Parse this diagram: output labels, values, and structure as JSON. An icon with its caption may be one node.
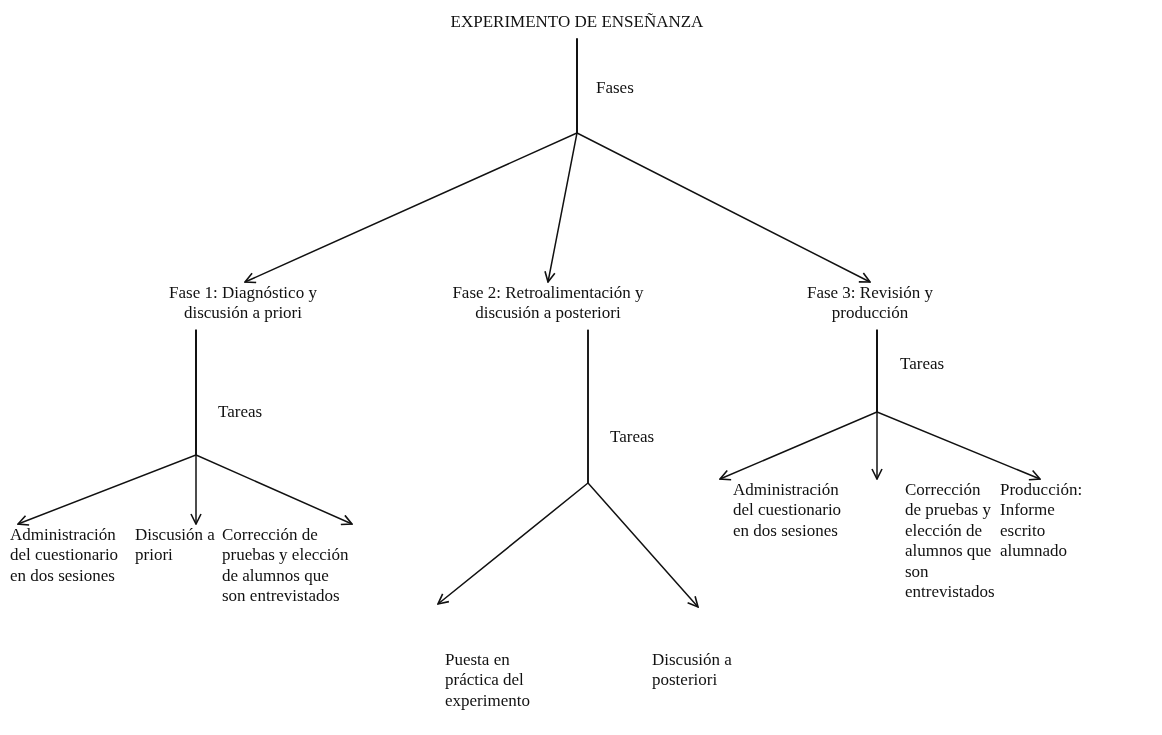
{
  "diagram": {
    "nodes": [
      {
        "text": [
          "EXPERIMENTO DE ENSEÑANZA"
        ]
      },
      {
        "text": [
          "Fase 1: Diagnóstico y discusión a priori"
        ]
      },
      {
        "text": [
          "Fase 2: Retroalimentación y discusión a posteriori"
        ]
      },
      {
        "text": [
          "Fase 3: Revisión y producción"
        ]
      },
      {
        "text": [
          "Administración del cuestionario en dos sesiones"
        ]
      },
      {
        "text": [
          "Discusión a priori"
        ]
      },
      {
        "text": [
          "Corrección de pruebas y elección de alumnos que son entrevistados"
        ]
      },
      {
        "text": [
          "Puesta en práctica del experimento"
        ]
      },
      {
        "text": [
          "Discusión a posteriori"
        ]
      },
      {
        "text": [
          "Administración del cuestionario en dos sesiones"
        ]
      },
      {
        "text": [
          "Corrección de pruebas y elección de alumnos que son entrevistados"
        ]
      },
      {
        "text": [
          "Producción: Informe escrito alumnado"
        ]
      }
    ],
    "edges": [
      {
        "from": 0,
        "to": 1,
        "arrow": "to"
      },
      {
        "from": 0,
        "to": 2,
        "arrow": "to"
      },
      {
        "from": 0,
        "to": 3,
        "arrow": "to"
      },
      {
        "from": 1,
        "to": 4,
        "arrow": "to"
      },
      {
        "from": 1,
        "to": 5,
        "arrow": "to"
      },
      {
        "from": 1,
        "to": 6,
        "arrow": "to"
      },
      {
        "from": 2,
        "to": 7,
        "arrow": "to"
      },
      {
        "from": 2,
        "to": 8,
        "arrow": "to"
      },
      {
        "from": 3,
        "to": 9,
        "arrow": "to"
      },
      {
        "from": 3,
        "to": 10,
        "arrow": "to"
      },
      {
        "from": 3,
        "to": 11,
        "arrow": "to"
      }
    ],
    "labels": [
      "Fases",
      "Tareas",
      "Tareas",
      "Tareas"
    ]
  }
}
